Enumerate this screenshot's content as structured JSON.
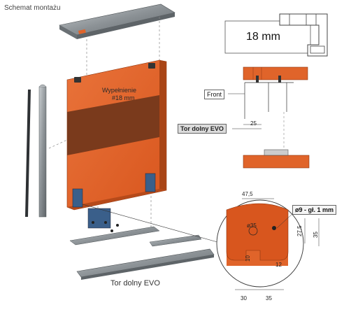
{
  "title": "Schemat montażu",
  "panel": {
    "fill_label_1": "Wypełnienie",
    "fill_label_2": "#18 mm"
  },
  "profile": {
    "thickness_label": "18 mm"
  },
  "side_view": {
    "front_label": "Front",
    "track_label": "Tor dolny EVO",
    "gap_dim": "25"
  },
  "bottom_track_label": "Tor dolny EVO",
  "detail": {
    "dim_width": "47,5",
    "dim_hole_dia": "ø35",
    "dim_height_27_5": "27,5",
    "dim_height_35": "35",
    "dim_10": "10",
    "dim_12": "12",
    "dim_30": "30",
    "dim_35_bottom": "35",
    "hole_spec": "ø9 - gł. 1 mm"
  },
  "colors": {
    "panel": "#e0642a",
    "panel_dark": "#b64a1a",
    "stripe": "#7a3a1c",
    "metal": "#8c9296"
  }
}
